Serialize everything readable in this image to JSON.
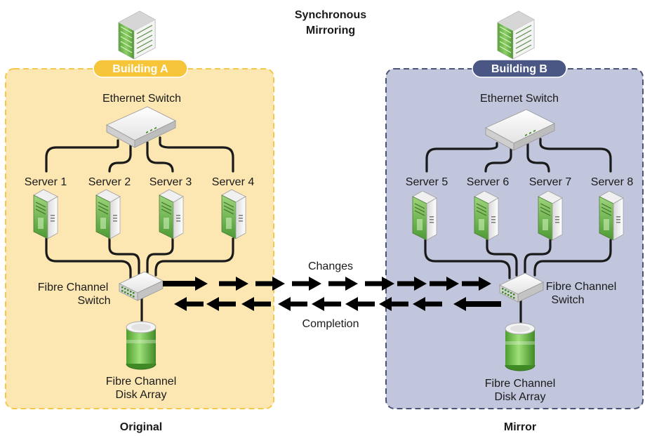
{
  "title_line1": "Synchronous",
  "title_line2": "Mirroring",
  "building_a": {
    "label": "Building A",
    "caption": "Original",
    "switch_label": "Ethernet Switch",
    "servers": [
      "Server 1",
      "Server 2",
      "Server 3",
      "Server 4"
    ],
    "fc_switch_line1": "Fibre Channel",
    "fc_switch_line2": "Switch",
    "disk_line1": "Fibre Channel",
    "disk_line2": "Disk Array"
  },
  "building_b": {
    "label": "Building B",
    "caption": "Mirror",
    "switch_label": "Ethernet Switch",
    "servers": [
      "Server 5",
      "Server 6",
      "Server 7",
      "Server 8"
    ],
    "fc_switch_line1": "Fibre Channel",
    "fc_switch_line2": "Switch",
    "disk_line1": "Fibre Channel",
    "disk_line2": "Disk Array"
  },
  "flows": {
    "changes": "Changes",
    "completion": "Completion"
  },
  "colors": {
    "building_a_fill": "#fce7b2",
    "building_a_border": "#f4c84a",
    "building_a_pill": "#f7c53a",
    "building_b_fill": "#c2c6dc",
    "building_b_border": "#4a5378",
    "building_b_pill": "#4a5683",
    "building_icon": "#6bb04a",
    "disk_green": "#6cbf43",
    "arrow": "#000000"
  },
  "icons": {
    "building": "office-building-icon",
    "ethernet_switch": "network-switch-icon",
    "server": "tower-server-icon",
    "fc_switch": "fibre-channel-switch-icon",
    "disk": "disk-array-icon"
  }
}
